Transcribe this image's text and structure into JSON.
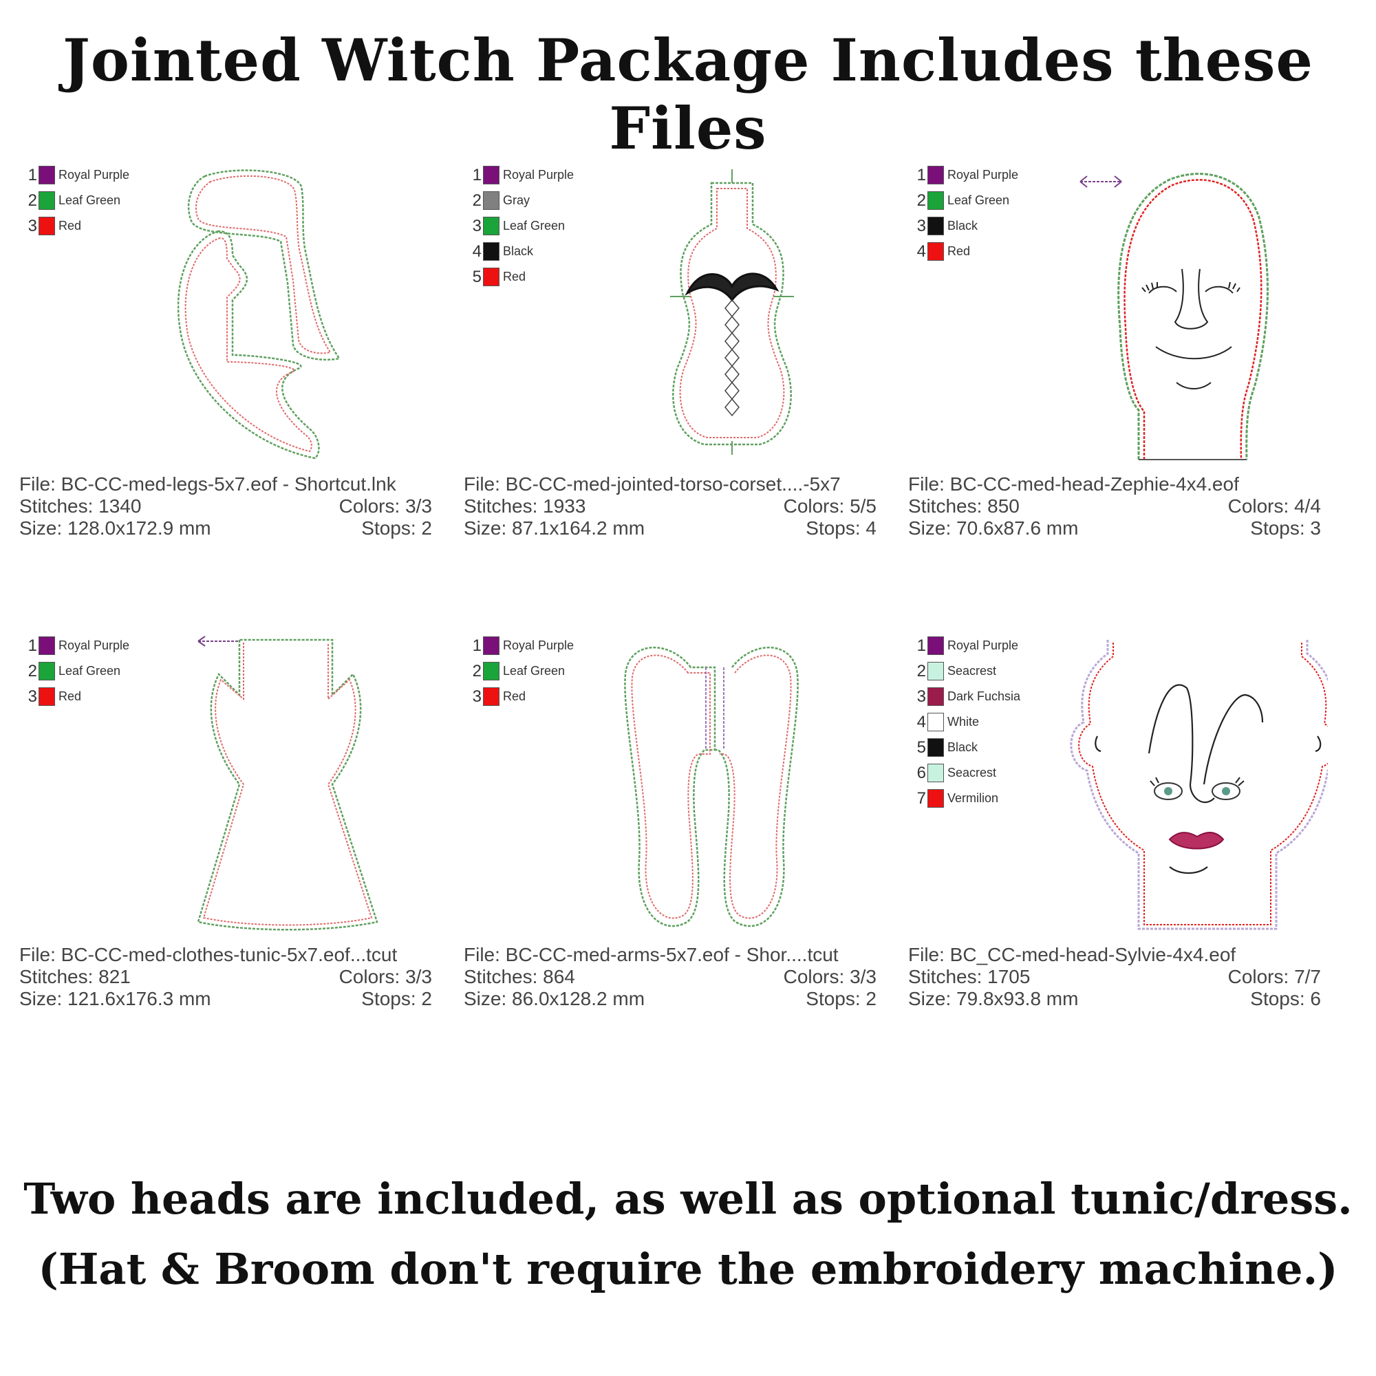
{
  "header": {
    "title": "Jointed Witch Package Includes these Files"
  },
  "files": [
    {
      "file_label": "File: BC-CC-med-legs-5x7.eof - Shortcut.lnk",
      "stitches_label": "Stitches: 1340",
      "colors_label": "Colors: 3/3",
      "size_label": "Size: 128.0x172.9 mm",
      "stops_label": "Stops: 2",
      "legend": [
        {
          "num": "1",
          "name": "Royal Purple",
          "color": "#7a0f7a"
        },
        {
          "num": "2",
          "name": "Leaf Green",
          "color": "#1aa43a"
        },
        {
          "num": "3",
          "name": "Red",
          "color": "#ee1111"
        }
      ]
    },
    {
      "file_label": "File: BC-CC-med-jointed-torso-corset....-5x7",
      "stitches_label": "Stitches: 1933",
      "colors_label": "Colors: 5/5",
      "size_label": "Size: 87.1x164.2 mm",
      "stops_label": "Stops: 4",
      "legend": [
        {
          "num": "1",
          "name": "Royal Purple",
          "color": "#7a0f7a"
        },
        {
          "num": "2",
          "name": "Gray",
          "color": "#808080"
        },
        {
          "num": "3",
          "name": "Leaf Green",
          "color": "#1aa43a"
        },
        {
          "num": "4",
          "name": "Black",
          "color": "#111111"
        },
        {
          "num": "5",
          "name": "Red",
          "color": "#ee1111"
        }
      ]
    },
    {
      "file_label": "File: BC-CC-med-head-Zephie-4x4.eof",
      "stitches_label": "Stitches: 850",
      "colors_label": "Colors: 4/4",
      "size_label": "Size: 70.6x87.6 mm",
      "stops_label": "Stops: 3",
      "legend": [
        {
          "num": "1",
          "name": "Royal Purple",
          "color": "#7a0f7a"
        },
        {
          "num": "2",
          "name": "Leaf Green",
          "color": "#1aa43a"
        },
        {
          "num": "3",
          "name": "Black",
          "color": "#111111"
        },
        {
          "num": "4",
          "name": "Red",
          "color": "#ee1111"
        }
      ]
    },
    {
      "file_label": "File: BC-CC-med-clothes-tunic-5x7.eof...tcut",
      "stitches_label": "Stitches: 821",
      "colors_label": "Colors: 3/3",
      "size_label": "Size: 121.6x176.3 mm",
      "stops_label": "Stops: 2",
      "legend": [
        {
          "num": "1",
          "name": "Royal Purple",
          "color": "#7a0f7a"
        },
        {
          "num": "2",
          "name": "Leaf Green",
          "color": "#1aa43a"
        },
        {
          "num": "3",
          "name": "Red",
          "color": "#ee1111"
        }
      ]
    },
    {
      "file_label": "File: BC-CC-med-arms-5x7.eof - Shor....tcut",
      "stitches_label": "Stitches: 864",
      "colors_label": "Colors: 3/3",
      "size_label": "Size: 86.0x128.2 mm",
      "stops_label": "Stops: 2",
      "legend": [
        {
          "num": "1",
          "name": "Royal Purple",
          "color": "#7a0f7a"
        },
        {
          "num": "2",
          "name": "Leaf Green",
          "color": "#1aa43a"
        },
        {
          "num": "3",
          "name": "Red",
          "color": "#ee1111"
        }
      ]
    },
    {
      "file_label": "File: BC_CC-med-head-Sylvie-4x4.eof",
      "stitches_label": "Stitches: 1705",
      "colors_label": "Colors: 7/7",
      "size_label": "Size: 79.8x93.8 mm",
      "stops_label": "Stops: 6",
      "legend": [
        {
          "num": "1",
          "name": "Royal Purple",
          "color": "#7a0f7a"
        },
        {
          "num": "2",
          "name": "Seacrest",
          "color": "#c8f2e0"
        },
        {
          "num": "3",
          "name": "Dark Fuchsia",
          "color": "#9b1b4a"
        },
        {
          "num": "4",
          "name": "White",
          "color": "#ffffff"
        },
        {
          "num": "5",
          "name": "Black",
          "color": "#111111"
        },
        {
          "num": "6",
          "name": "Seacrest",
          "color": "#c8f2e0"
        },
        {
          "num": "7",
          "name": "Vermilion",
          "color": "#ee1111"
        }
      ]
    }
  ],
  "footer": {
    "line1": "Two heads are included, as well as optional tunic/dress.",
    "line2": "(Hat & Broom don't require the embroidery machine.)"
  }
}
